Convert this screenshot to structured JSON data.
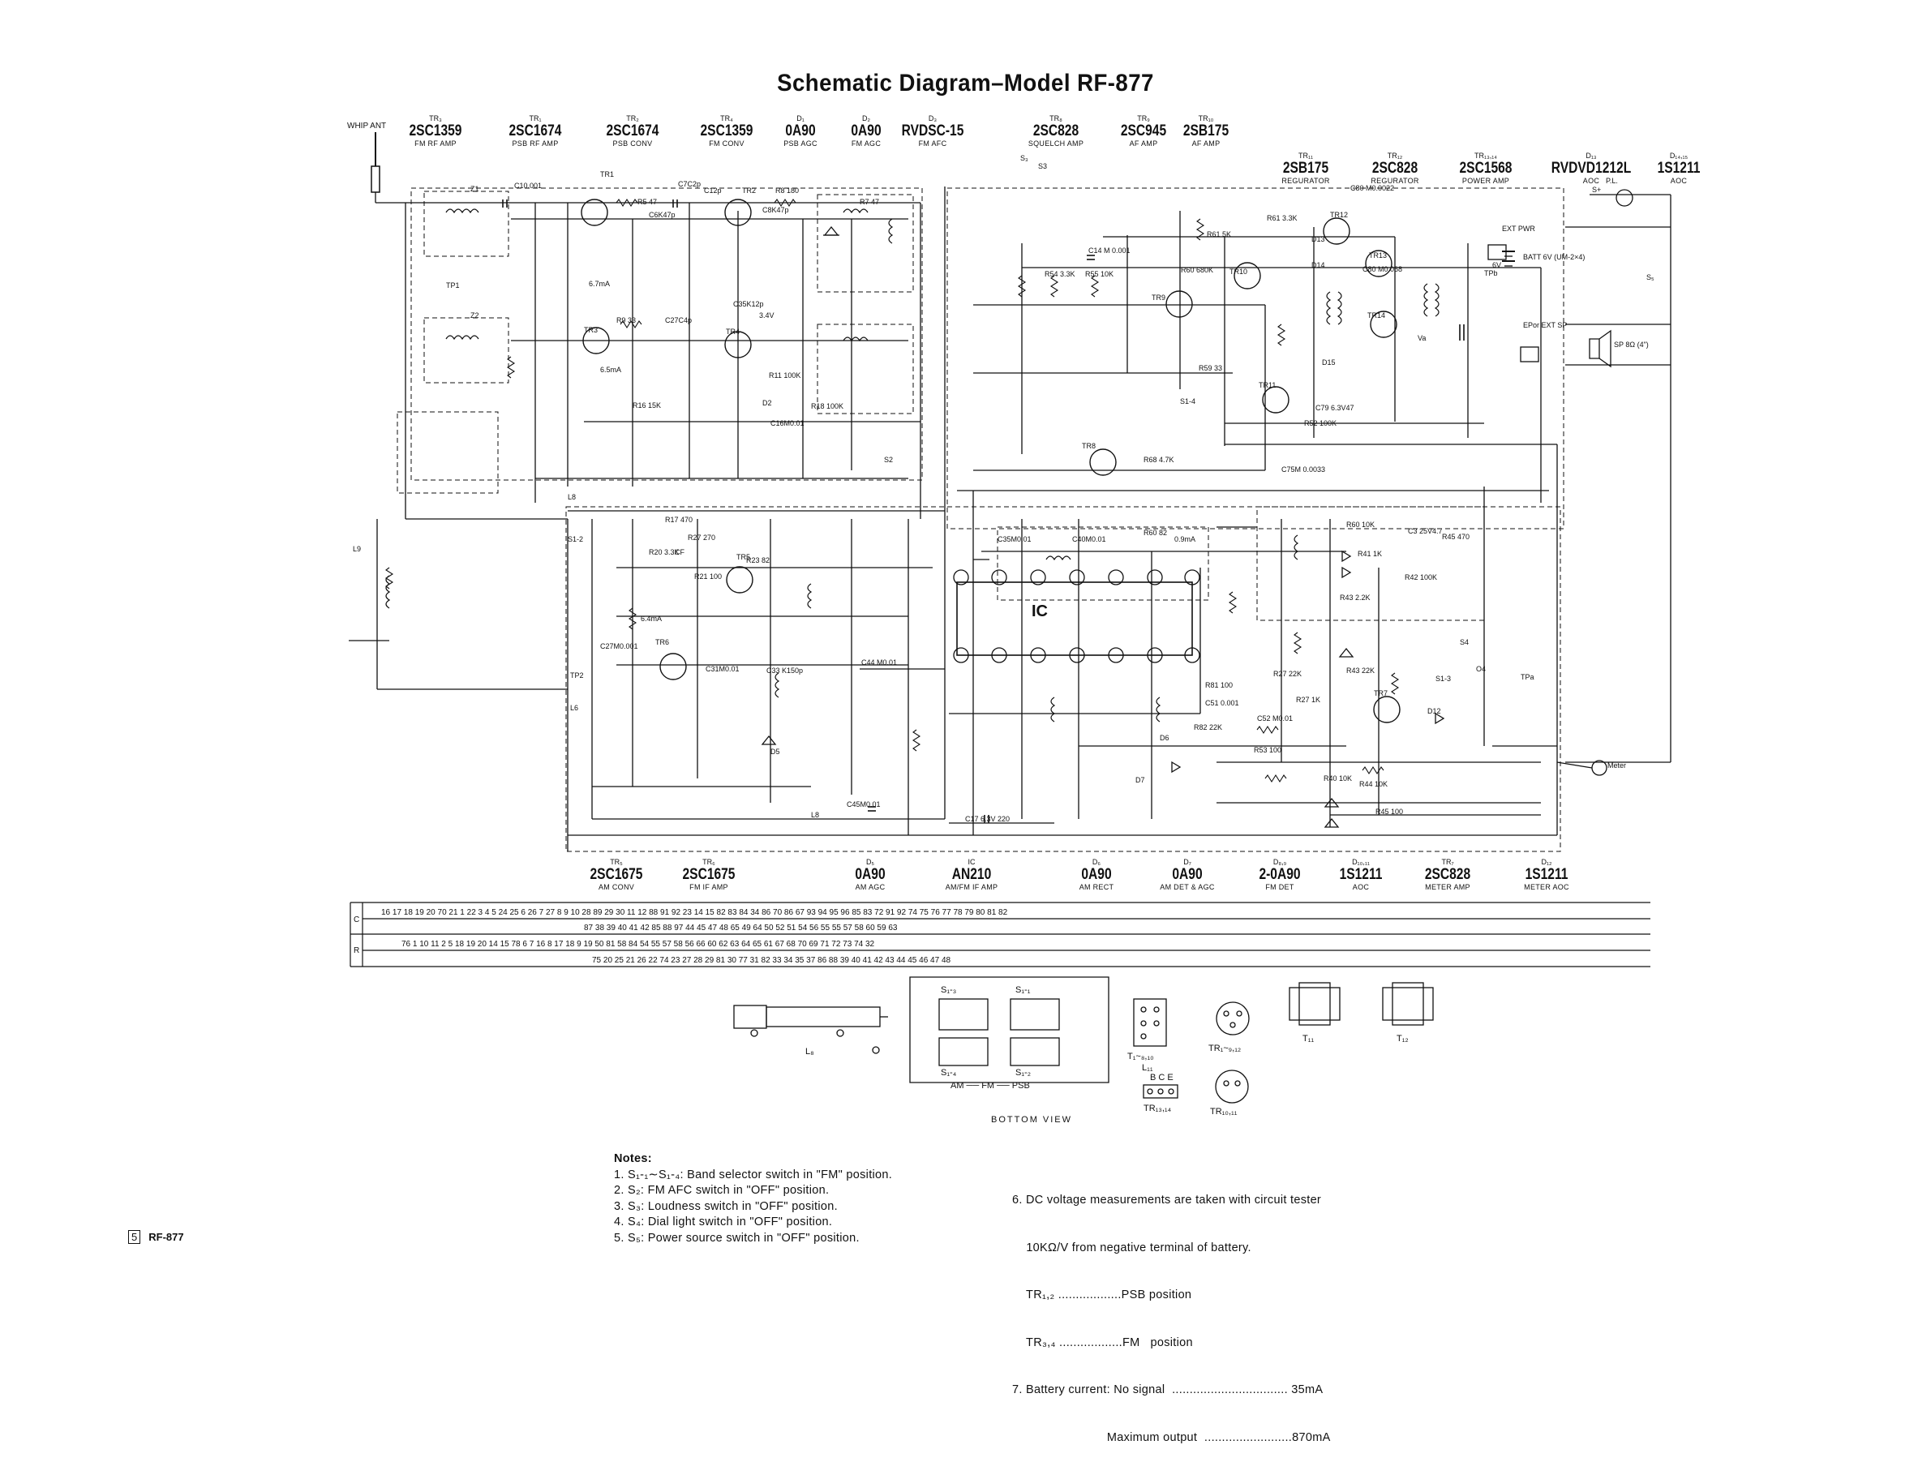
{
  "title": "Schematic Diagram–Model RF-877",
  "antenna_label": "WHIP ANT",
  "top_components": [
    {
      "ref": "TR₃",
      "part": "2SC1359",
      "func": "FM RF AMP"
    },
    {
      "ref": "TR₁",
      "part": "2SC1674",
      "func": "PSB RF AMP"
    },
    {
      "ref": "TR₂",
      "part": "2SC1674",
      "func": "PSB CONV"
    },
    {
      "ref": "TR₄",
      "part": "2SC1359",
      "func": "FM CONV"
    },
    {
      "ref": "D₁",
      "part": "0A90",
      "func": "PSB AGC"
    },
    {
      "ref": "D₂",
      "part": "0A90",
      "func": "FM AGC"
    },
    {
      "ref": "D₃",
      "part": "RVDSC-15",
      "func": "FM AFC"
    },
    {
      "ref": "TR₈",
      "part": "2SC828",
      "func": "SQUELCH AMP"
    },
    {
      "ref": "TR₉",
      "part": "2SC945",
      "func": "AF AMP"
    },
    {
      "ref": "TR₁₀",
      "part": "2SB175",
      "func": "AF AMP"
    }
  ],
  "right_components": [
    {
      "ref": "TR₁₁",
      "part": "2SB175",
      "func": "REGURATOR"
    },
    {
      "ref": "TR₁₂",
      "part": "2SC828",
      "func": "REGURATOR"
    },
    {
      "ref": "TR₁₃,₁₄",
      "part": "2SC1568",
      "func": "POWER AMP"
    },
    {
      "ref": "D₁₃",
      "part": "RVDVD1212L",
      "func": "AOC"
    },
    {
      "ref": "D₁₄,₁₅",
      "part": "1S1211",
      "func": "AOC"
    }
  ],
  "bottom_components": [
    {
      "ref": "TR₅",
      "part": "2SC1675",
      "func": "AM CONV"
    },
    {
      "ref": "TR₆",
      "part": "2SC1675",
      "func": "FM IF AMP"
    },
    {
      "ref": "D₅",
      "part": "0A90",
      "func": "AM AGC"
    },
    {
      "ref": "IC",
      "part": "AN210",
      "func": "AM/FM IF AMP"
    },
    {
      "ref": "D₆",
      "part": "0A90",
      "func": "AM RECT"
    },
    {
      "ref": "D₇",
      "part": "0A90",
      "func": "AM DET & AGC"
    },
    {
      "ref": "D₈,₉",
      "part": "2-0A90",
      "func": "FM DET"
    },
    {
      "ref": "D₁₀,₁₁",
      "part": "1S1211",
      "func": "AOC"
    },
    {
      "ref": "TR₇",
      "part": "2SC828",
      "func": "METER AMP"
    },
    {
      "ref": "D₁₂",
      "part": "1S1211",
      "func": "METER AOC"
    }
  ],
  "index_table": {
    "row_labels": [
      "C",
      "R"
    ],
    "c_row1": "16 17 18 19 20    70  21    1  22          3  4 5    24 25 6  26  7 27 8 9 10 28 89 29 30 11 12 88 91 92 23 14 15 82 83 84 34  86 70 86 67  93 94 95 96 85 83  72  91  92             74              75   76                  77    78   79   80   81           82",
    "c_row2": "87    38          39  40 41  42       85          88 97  44   45      47 48    65     49      64        50            52   51   54  56  55  55         57           58               60    59       63",
    "r_row1": "76                    1 10 11 2        5     18  19 20 14    15 78 6       7      16     8    17    18          9     19           50 81 58 84   54   55   57      58  56  66  60 62 63  64 65 61 67 68  70     69  71 72  73  74   32",
    "r_row2": "75   20   25  21     26   22   74  23               27              28  29                   81              30      77    31    82    33  34    35   37   86  88 39 40 41  42 43        44    45   46    47   48"
  },
  "labels": {
    "ic": "IC",
    "meter": "Meter",
    "ext_pwr": "EXT PWR",
    "ext_pwr_v": "6V",
    "ep_ext_sp": "EPor EXT SP",
    "sp": "SP 8Ω (4\")",
    "batt": "BATT 6V (UM-2×4)",
    "pl": "P.L.",
    "s3": "S₃",
    "s4": "S₄",
    "s5": "S₅",
    "bottom_view": "BOTTOM VIEW",
    "am_fm_psb": "AM ── FM ── PSB",
    "l8": "L₈",
    "t1_8_10": "T₁~₈,₁₀",
    "l11": "L₁₁",
    "tr1_9_12": "TR₁~₉,₁₂",
    "tr13_14": "TR₁₃,₁₄",
    "tr10_11": "TR₁₀,₁₁",
    "bce": "B C E",
    "t11": "T₁₁",
    "t12": "T₁₂",
    "s1_3": "S₁-₃",
    "s1_1": "S₁-₁",
    "s1_4": "S₁-₄",
    "s1_2": "S₁-₂"
  },
  "notes": {
    "heading": "Notes:",
    "left": [
      "1. S₁-₁∼S₁-₄: Band selector switch in \"FM\" position.",
      "2. S₂: FM AFC switch in \"OFF\" position.",
      "3. S₃: Loudness switch in \"OFF\" position.",
      "4. S₄: Dial light switch in \"OFF\" position.",
      "5. S₅: Power source switch in \"OFF\" position."
    ],
    "right": [
      "6. DC voltage measurements are taken with circuit tester",
      "    10KΩ/V from negative terminal of battery.",
      "    TR₁,₂ ..................PSB position",
      "    TR₃,₄ ..................FM   position",
      "7. Battery current: No signal  ................................. 35mA",
      "                           Maximum output  .........................870mA"
    ]
  },
  "page_number": "5",
  "page_model": "RF-877"
}
